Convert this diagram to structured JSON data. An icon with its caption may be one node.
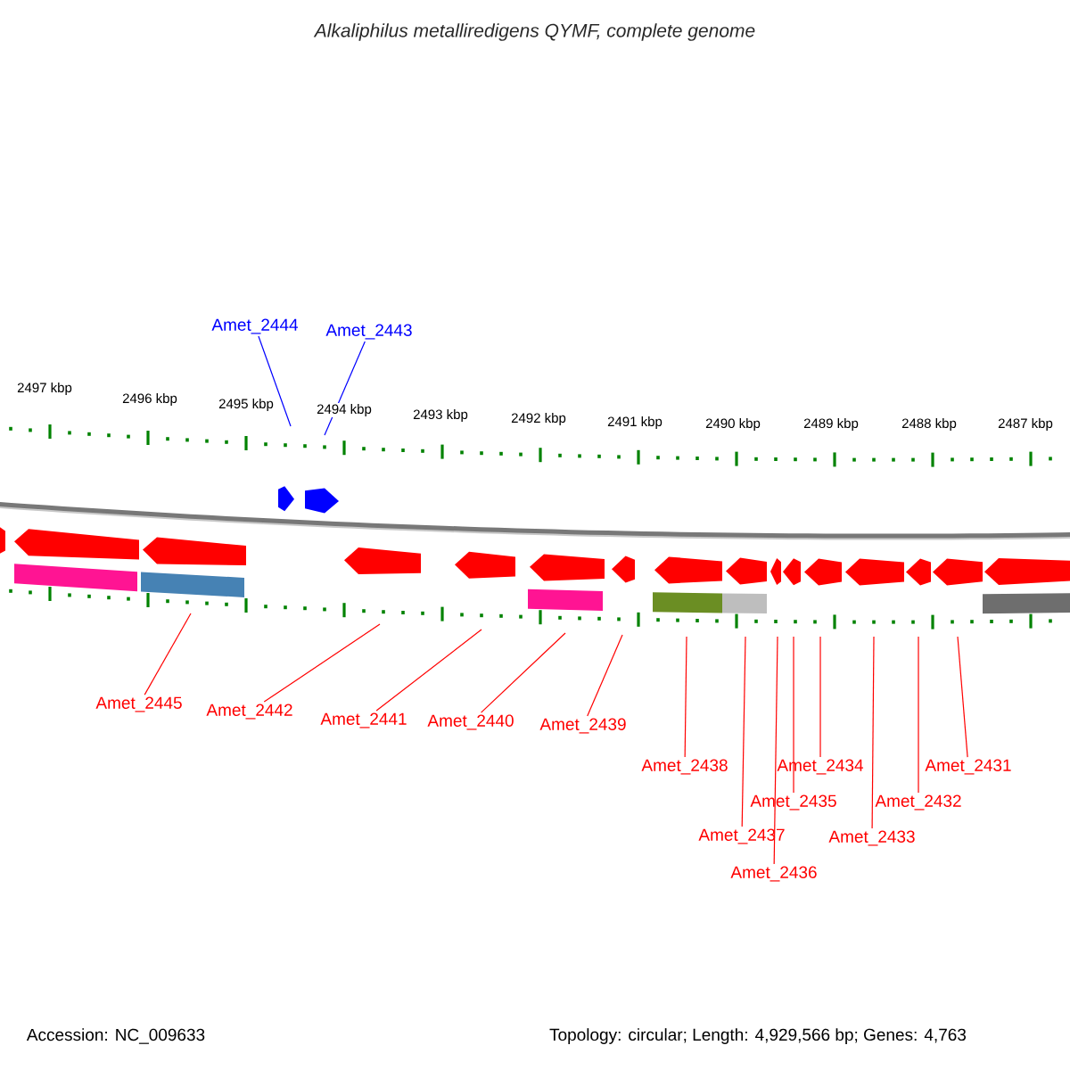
{
  "diagram": {
    "title": "Alkaliphilus metalliredigens QYMF, complete genome",
    "nodes": [
      {
        "text": [
          "Amet_2444"
        ]
      },
      {
        "text": [
          "Amet_2443"
        ]
      },
      {
        "text": [
          "Amet_2445"
        ]
      },
      {
        "text": [
          "Amet_2442"
        ]
      },
      {
        "text": [
          "Amet_2441"
        ]
      },
      {
        "text": [
          "Amet_2440"
        ]
      },
      {
        "text": [
          "Amet_2439"
        ]
      },
      {
        "text": [
          "Amet_2438"
        ]
      },
      {
        "text": [
          "Amet_2434"
        ]
      },
      {
        "text": [
          "Amet_2431"
        ]
      },
      {
        "text": [
          "Amet_2435"
        ]
      },
      {
        "text": [
          "Amet_2432"
        ]
      },
      {
        "text": [
          "Amet_2437"
        ]
      },
      {
        "text": [
          "Amet_2433"
        ]
      },
      {
        "text": [
          "Amet_2436"
        ]
      }
    ],
    "edges": [
      {
        "from": 0,
        "to": null,
        "arrow": "none",
        "color": "#0000ff"
      },
      {
        "from": 1,
        "to": null,
        "arrow": "none",
        "color": "#0000ff"
      },
      {
        "from": 2,
        "to": null,
        "arrow": "none"
      },
      {
        "from": 3,
        "to": null,
        "arrow": "none"
      },
      {
        "from": 4,
        "to": null,
        "arrow": "none"
      },
      {
        "from": 5,
        "to": null,
        "arrow": "none"
      },
      {
        "from": 6,
        "to": null,
        "arrow": "none"
      },
      {
        "from": 7,
        "to": null,
        "arrow": "none"
      },
      {
        "from": 8,
        "to": null,
        "arrow": "none"
      },
      {
        "from": 9,
        "to": null,
        "arrow": "none"
      },
      {
        "from": 10,
        "to": null,
        "arrow": "none"
      },
      {
        "from": 11,
        "to": null,
        "arrow": "none"
      },
      {
        "from": 12,
        "to": null,
        "arrow": "none"
      },
      {
        "from": 13,
        "to": null,
        "arrow": "none"
      },
      {
        "from": 14,
        "to": null,
        "arrow": "none"
      }
    ],
    "labels": [
      "2497 kbp",
      "2496 kbp",
      "2495 kbp",
      "2494 kbp",
      "2493 kbp",
      "2492 kbp",
      "2491 kbp",
      "2490 kbp",
      "2489 kbp",
      "2488 kbp",
      "2487 kbp",
      "Accession: NC_009633",
      "Topology: circular; Length: 4,929,566 bp; Genes: 4,763"
    ]
  }
}
